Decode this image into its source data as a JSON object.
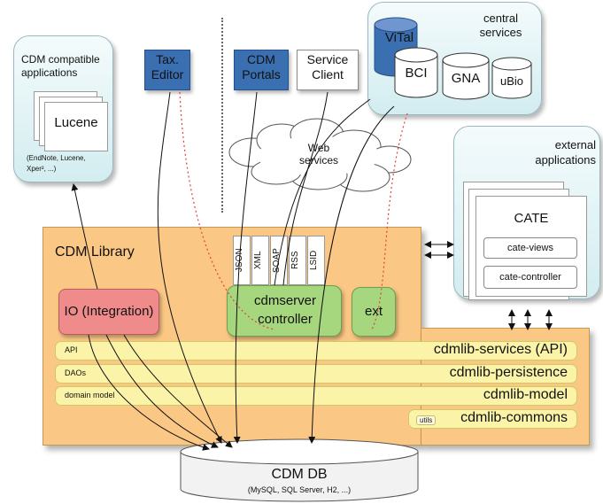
{
  "left_panel": {
    "title": "CDM compatible applications",
    "card": "Lucene",
    "note": "(EndNote, Lucene, Xper², ...)"
  },
  "top_boxes": {
    "tax_editor": "Tax. Editor",
    "cdm_portals": "CDM Portals",
    "service_client": "Service Client"
  },
  "central": {
    "title": "central services",
    "items": [
      "ViTal",
      "BCI",
      "GNA",
      "uBio"
    ]
  },
  "web_services": "Web services",
  "external": {
    "title": "external applications",
    "app": "CATE",
    "modules": [
      "cate-views",
      "cate-controller"
    ]
  },
  "library": {
    "title": "CDM Library",
    "io": "IO (Integration)",
    "formats": [
      "JSON",
      "XML",
      "SOAP",
      "RSS",
      "LSID"
    ],
    "controller": "cdmserver controller",
    "ext": "ext",
    "layers": [
      {
        "small": "API",
        "big": "cdmlib-services (API)"
      },
      {
        "small": "DAOs",
        "big": "cdmlib-persistence"
      },
      {
        "small": "domain model",
        "big": "cdmlib-model"
      }
    ],
    "commons": {
      "small": "utils",
      "big": "cdmlib-commons"
    }
  },
  "db": {
    "title": "CDM DB",
    "note": "(MySQL, SQL Server, H2, ...)"
  },
  "colors": {
    "blue_box": "#3a6fb1",
    "library": "#fbc784",
    "layer": "#fbf4a8",
    "io": "#f08b8b",
    "controller": "#a6d67e",
    "panel": "#d3edf0"
  }
}
